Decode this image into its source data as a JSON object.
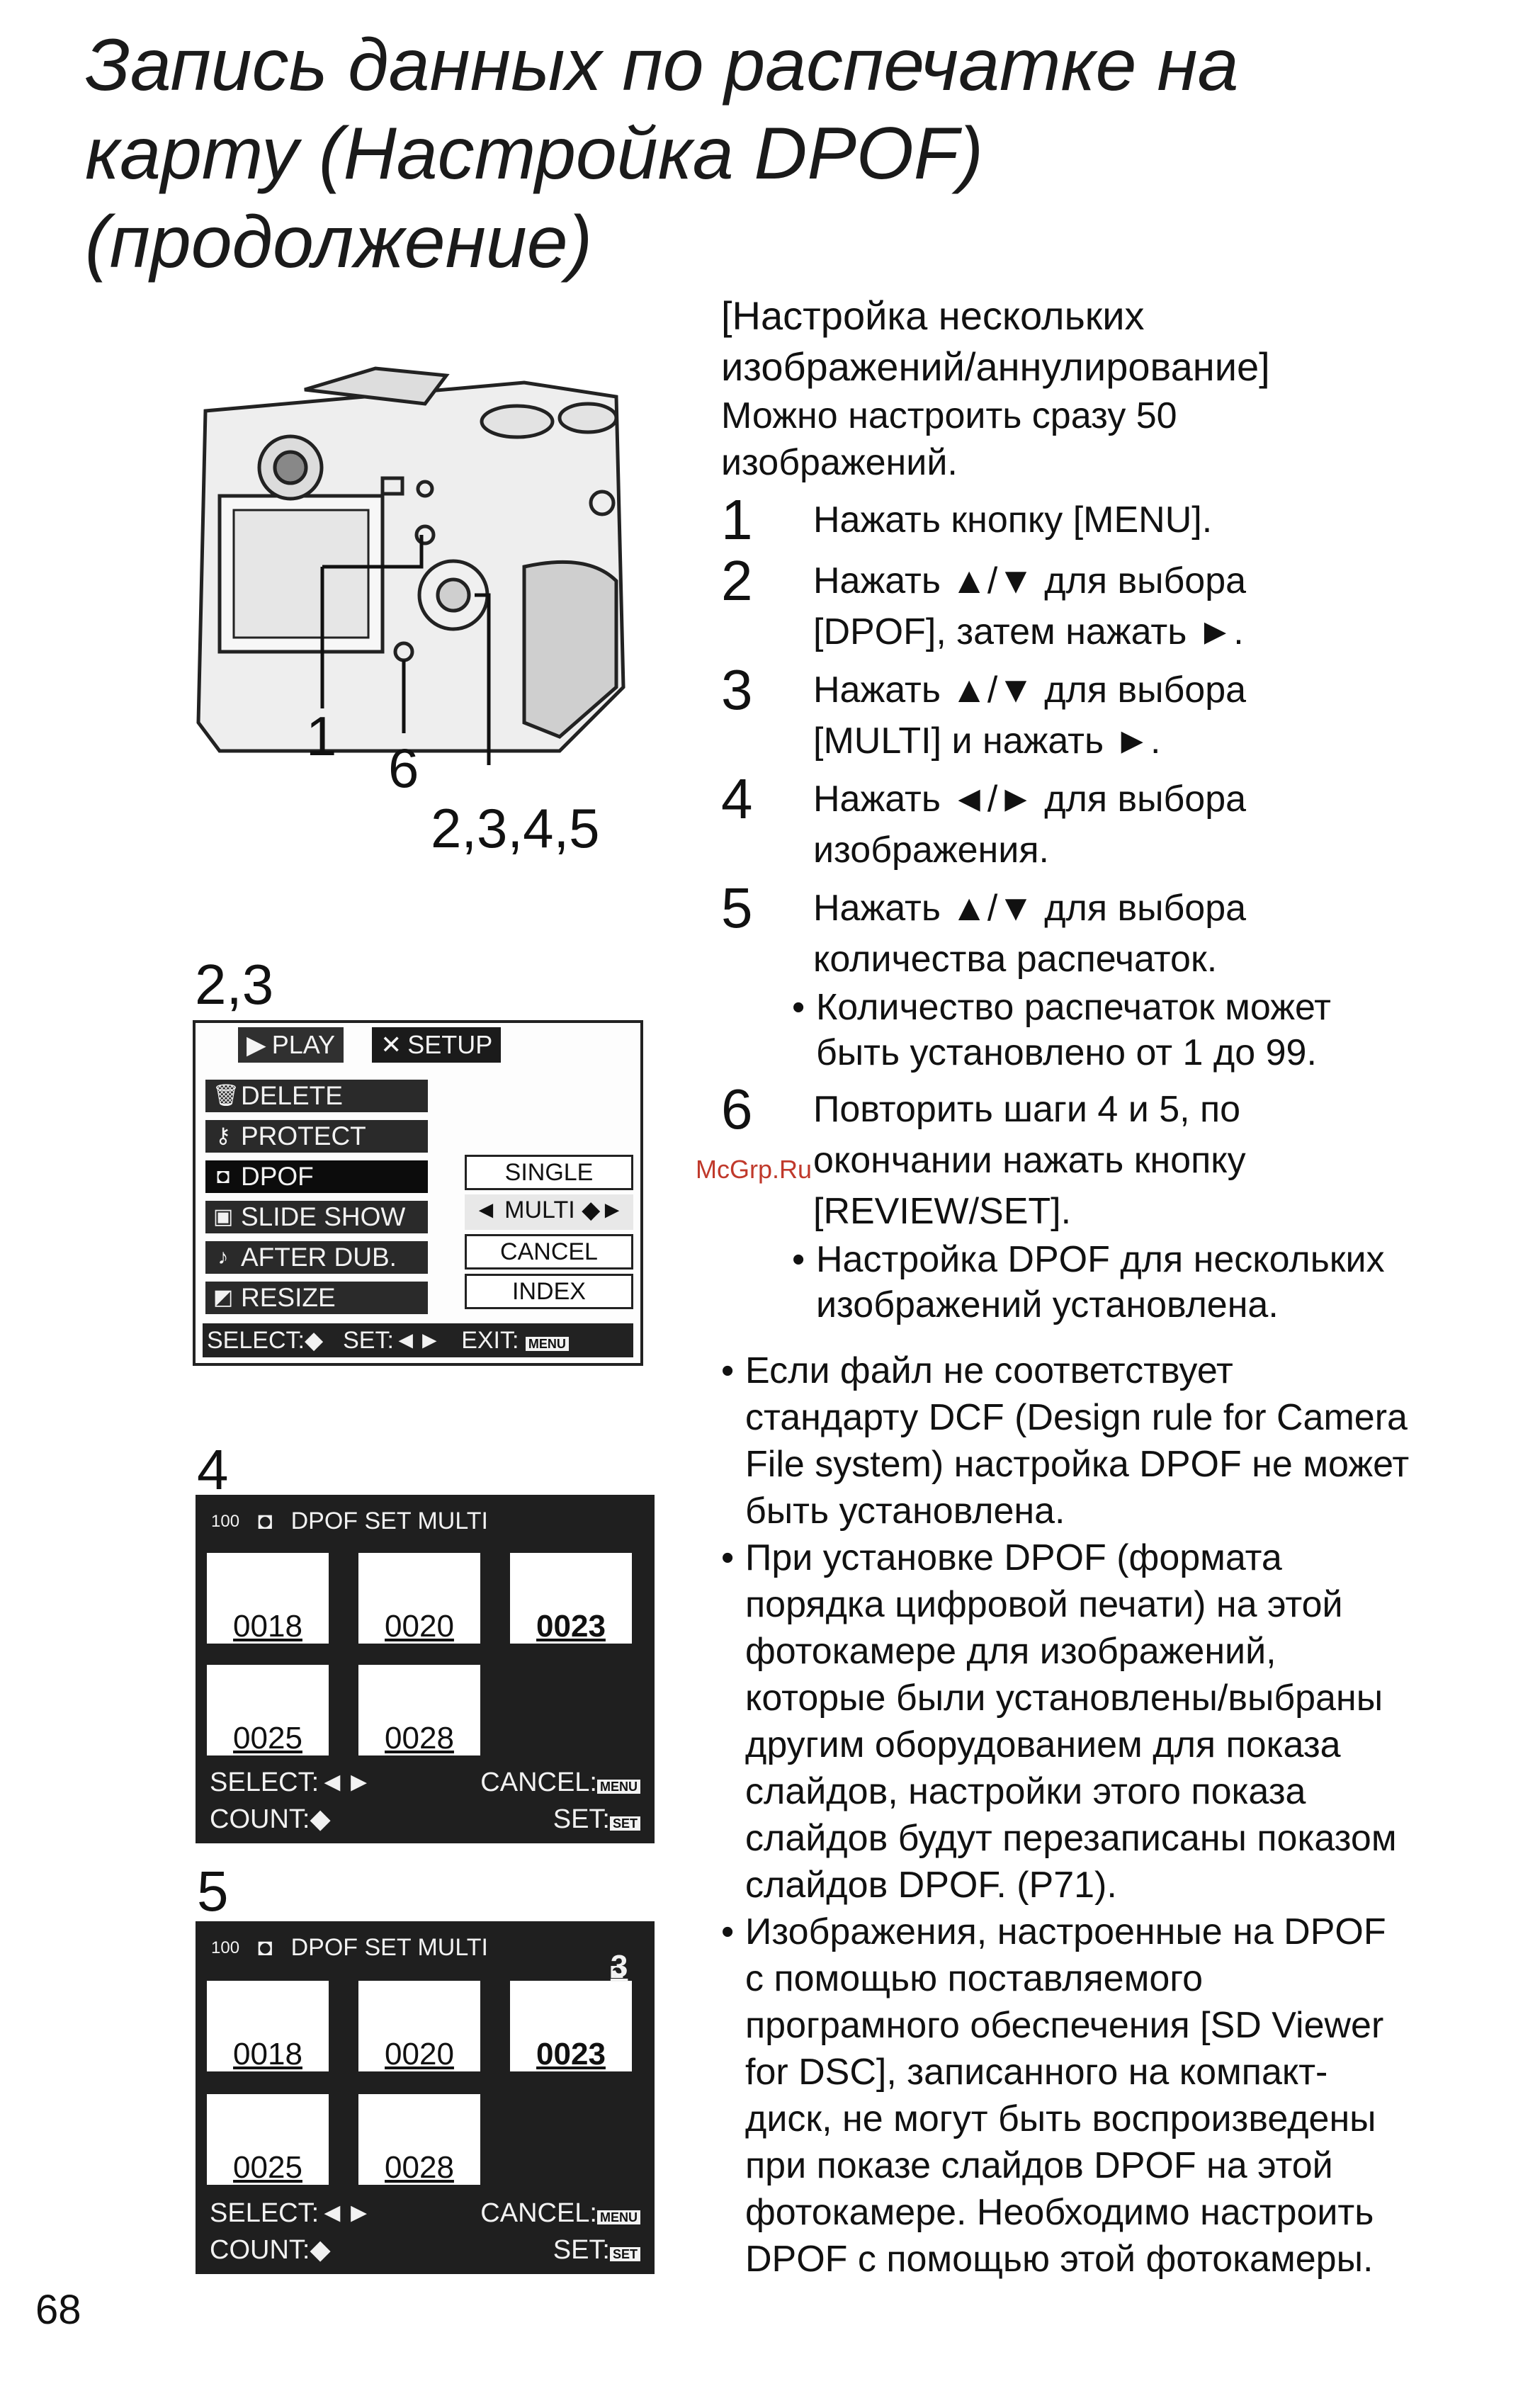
{
  "title": {
    "line1": "Запись данных по распечатке на",
    "line2": "карту (Настройка DPOF)",
    "line3": "(продолжение)"
  },
  "figure_camera": {
    "callouts": [
      "1",
      "6",
      "2,3,4,5"
    ]
  },
  "figure_menu": {
    "label": "2,3",
    "tabs": [
      "PLAY",
      "SETUP"
    ],
    "items": [
      {
        "icon": "trash-icon",
        "label": "DELETE"
      },
      {
        "icon": "key-icon",
        "label": "PROTECT"
      },
      {
        "icon": "print-icon",
        "label": "DPOF"
      },
      {
        "icon": "slideshow-icon",
        "label": "SLIDE SHOW"
      },
      {
        "icon": "microphone-icon",
        "label": "AFTER DUB."
      },
      {
        "icon": "resize-icon",
        "label": "RESIZE"
      }
    ],
    "options": [
      "SINGLE",
      "◄ MULTI ◆►",
      "CANCEL",
      "INDEX"
    ],
    "footer": {
      "select": "SELECT:◆",
      "set": "SET:◄►",
      "exit": "EXIT:",
      "menu_key": "MENU"
    }
  },
  "figure_step4": {
    "label": "4",
    "folder": "100",
    "header": "DPOF SET MULTI",
    "thumbs": [
      "0018",
      "0020",
      "0023",
      "0025",
      "0028"
    ],
    "select": "SELECT:◄►",
    "cancel": "CANCEL:",
    "count": "COUNT:◆",
    "set": "SET:",
    "menu_key": "MENU",
    "set_key": "SET"
  },
  "figure_step5": {
    "label": "5",
    "folder": "100",
    "header": "DPOF SET MULTI",
    "print_count": "3",
    "thumbs": [
      "0018",
      "0020",
      "0023",
      "0025",
      "0028"
    ],
    "select": "SELECT:◄►",
    "cancel": "CANCEL:",
    "count": "COUNT:◆",
    "set": "SET:",
    "menu_key": "MENU",
    "set_key": "SET"
  },
  "section": {
    "heading1": "[Настройка нескольких",
    "heading2": "изображений/аннулирование]",
    "intro1": "Можно настроить сразу 50",
    "intro2": "изображений."
  },
  "steps": [
    {
      "num": "1",
      "lines": [
        "Нажать кнопку [MENU]."
      ]
    },
    {
      "num": "2",
      "lines": [
        "Нажать ▲/▼ для выбора",
        "[DPOF], затем нажать ►."
      ]
    },
    {
      "num": "3",
      "lines": [
        "Нажать ▲/▼ для выбора",
        "[MULTI] и нажать ►."
      ]
    },
    {
      "num": "4",
      "lines": [
        "Нажать ◄/► для выбора",
        "изображения."
      ]
    },
    {
      "num": "5",
      "lines": [
        "Нажать ▲/▼ для выбора",
        "количества распечаток."
      ],
      "bullet": [
        "Количество распечаток может",
        "быть установлено от 1 до 99."
      ]
    },
    {
      "num": "6",
      "lines": [
        "Повторить шаги 4 и 5, по",
        "окончании нажать кнопку",
        "[REVIEW/SET]."
      ],
      "bullet": [
        "Настройка DPOF для нескольких",
        "изображений установлена."
      ]
    }
  ],
  "notes": [
    [
      "Если файл не соответствует",
      "стандарту DCF (Design rule for Camera",
      "File system) настройка DPOF не может",
      "быть установлена."
    ],
    [
      "При установке DPOF (формата",
      "порядка цифровой печати) на этой",
      "фотокамере для изображений,",
      "которые были установлены/выбраны",
      "другим оборудованием для показа",
      "слайдов, настройки этого показа",
      "слайдов будут перезаписаны показом",
      "слайдов DPOF. (P71)."
    ],
    [
      "Изображения, настроенные на DPOF",
      "с помощью поставляемого",
      "програмного обеспечения [SD Viewer",
      "for DSC], записанного на компакт-",
      "диск, не могут быть  воспроизведены",
      "при показе слайдов DPOF на этой",
      "фотокамере. Необходимо настроить",
      "DPOF с помощью этой фотокамеры."
    ]
  ],
  "bullet_char": "•",
  "watermark": "McGrp.Ru",
  "page_number": "68"
}
